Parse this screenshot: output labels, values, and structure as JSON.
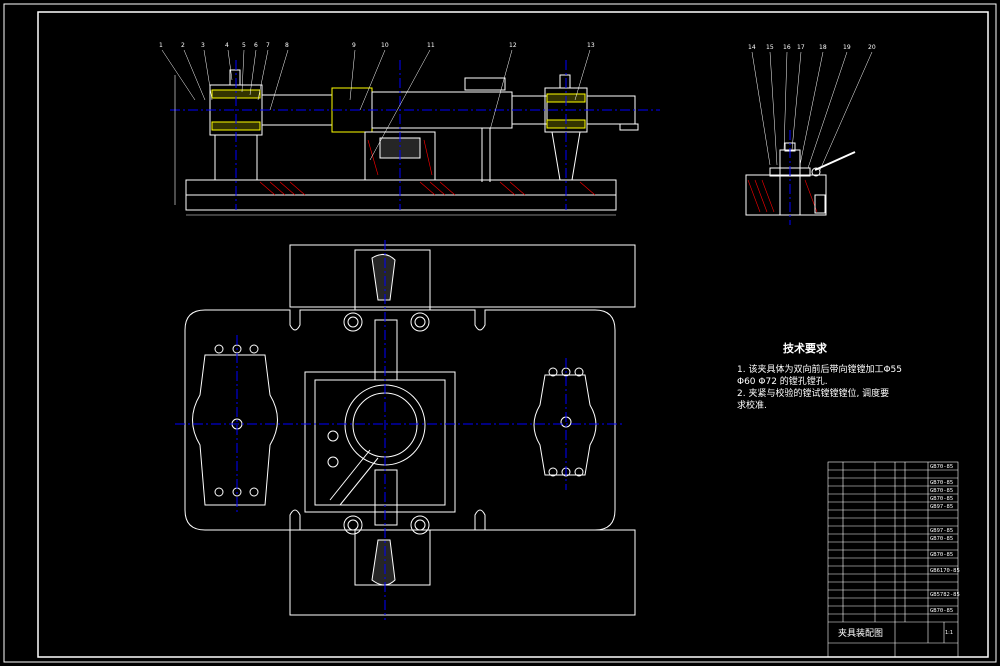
{
  "colors": {
    "background": "#000000",
    "outline": "#ffffff",
    "centerline": "#0000ff",
    "section": "#ff0000",
    "hidden": "#ffff00",
    "part": "#00ffff",
    "fill": "#ffffff"
  },
  "balloons_front": [
    "1",
    "2",
    "3",
    "4",
    "5",
    "6",
    "7",
    "8",
    "9",
    "10",
    "11",
    "12",
    "13"
  ],
  "balloons_side": [
    "14",
    "15",
    "16",
    "17",
    "18",
    "19",
    "20"
  ],
  "requirements": {
    "title": "技术要求",
    "lines": [
      "1. 该夹具体为双向前后带向镗镗加工Φ55",
      "Φ60  Φ72 的镗孔镗孔.",
      "2. 夹紧与校验的镗试镗镗镗位, 调度要",
      "求校准."
    ]
  },
  "title_block": {
    "title": "夹具装配图",
    "scale": "1:1"
  },
  "bom_codes": [
    "GB70-85",
    "GB70-85",
    "GB70-85",
    "GB70-85",
    "GB97-85",
    "GB97-85",
    "GB70-85",
    "GB70-85",
    "GB6170-85",
    "GB5782-85",
    "GB70-85"
  ]
}
